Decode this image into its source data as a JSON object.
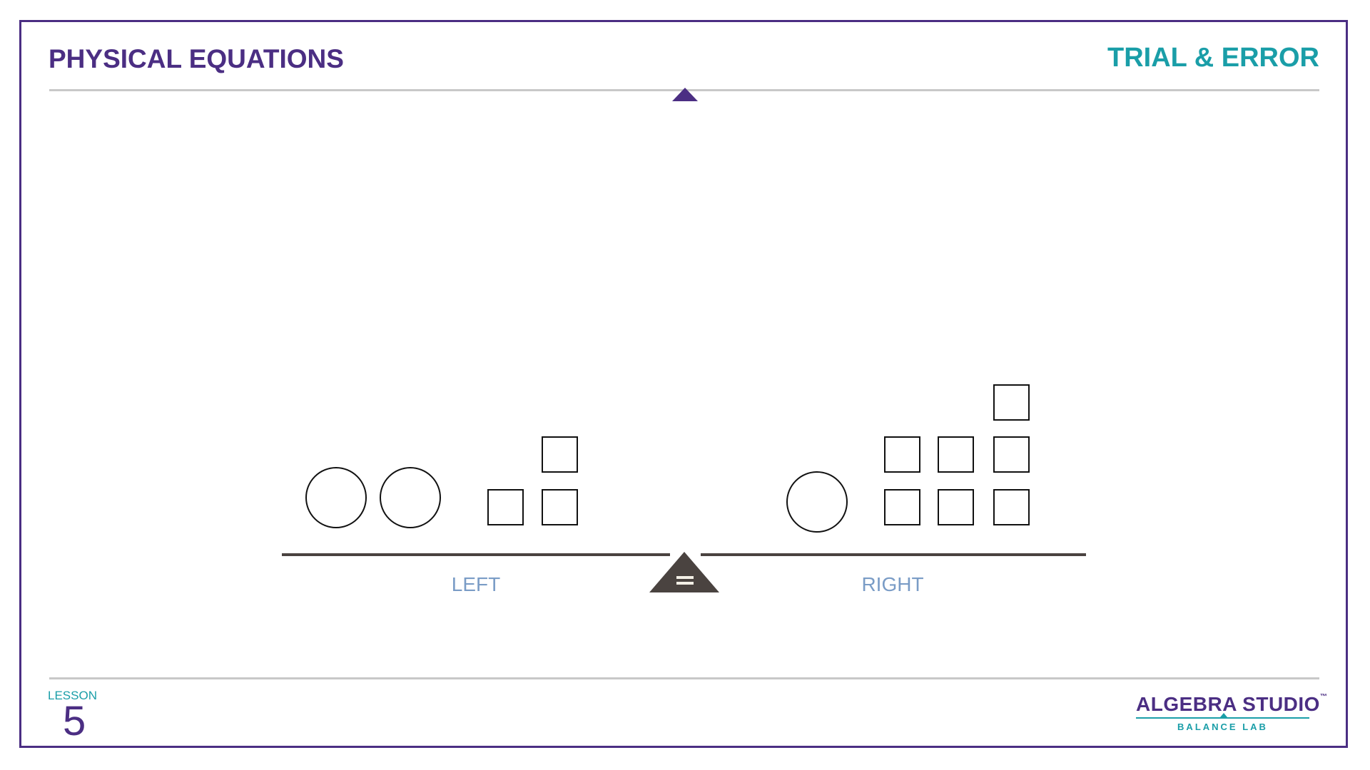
{
  "header": {
    "title": "PHYSICAL EQUATIONS",
    "section": "TRIAL & ERROR"
  },
  "balance": {
    "left_label": "LEFT",
    "right_label": "RIGHT",
    "fulcrum_symbol": "equals-icon",
    "left": {
      "circles": 2,
      "squares": 3
    },
    "right": {
      "circles": 1,
      "squares": 7
    }
  },
  "footer": {
    "lesson_label": "LESSON",
    "lesson_number": "5",
    "logo": {
      "main": "ALGEBRA STUDIO",
      "tm": "™",
      "sub": "BALANCE LAB"
    }
  },
  "colors": {
    "primary": "#4b2e83",
    "accent": "#1a9ea8",
    "label": "#7a9cc6",
    "scale": "#4a4340"
  }
}
